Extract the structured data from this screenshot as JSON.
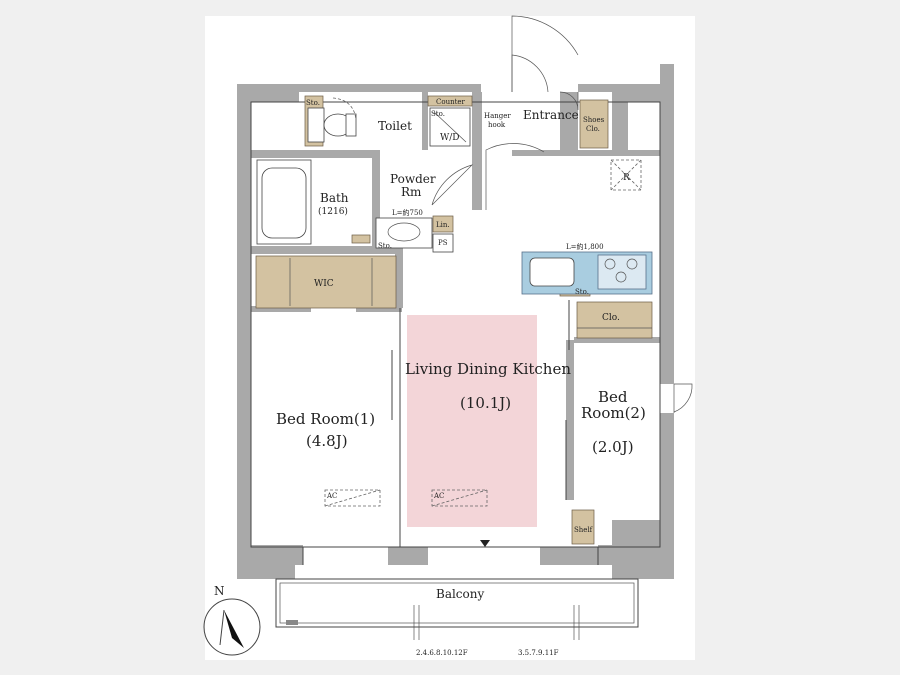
{
  "rooms": {
    "toilet": "Toilet",
    "bath": "Bath",
    "bath_size": "(1216)",
    "powder_l1": "Powder",
    "powder_l2": "Rm",
    "entrance": "Entrance",
    "hanger_l1": "Hanger",
    "hanger_l2": "hook",
    "shoes_l1": "Shoes",
    "shoes_l2": "Clo.",
    "counter": "Counter",
    "wd": "W/D",
    "lin": "Lin.",
    "ps": "PS",
    "wic": "WIC",
    "ldk": "Living Dining Kitchen",
    "ldk_size": "(10.1J)",
    "bed1": "Bed Room(1)",
    "bed1_size": "(4.8J)",
    "bed2_l1": "Bed",
    "bed2_l2": "Room(2)",
    "bed2_size": "(2.0J)",
    "clo": "Clo.",
    "shelf": "Shelf",
    "balcony": "Balcony",
    "refrigerator": "R"
  },
  "fixtures": {
    "sto": "Sto.",
    "vanity_width": "L=約750",
    "kitchen_width": "L=約1,800",
    "ac": "AC"
  },
  "floors": {
    "left": "2.4.6.8.10.12F",
    "right": "3.5.7.9.11F"
  },
  "compass": {
    "north": "N"
  },
  "colors": {
    "ldk_highlight": "#f3d5d8",
    "wall": "#a9a9a9",
    "storage": "#d3c2a1",
    "kitchen_counter": "#a9cde0"
  }
}
